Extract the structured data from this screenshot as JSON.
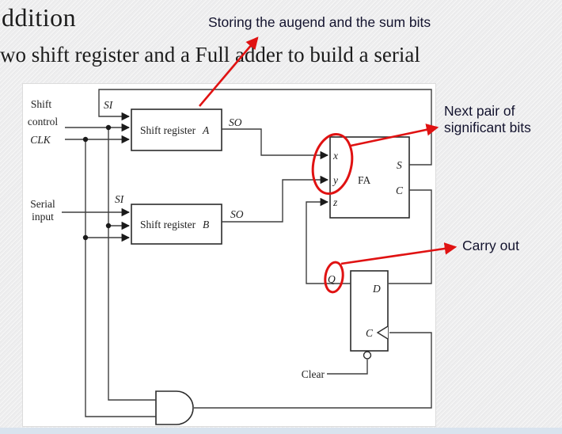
{
  "slide": {
    "title_fragment": "ddition",
    "sentence": "wo shift register and a Full adder to build a serial",
    "annotations": {
      "storing": "Storing the augend and the sum bits",
      "next_pair_line1": "Next pair of",
      "next_pair_line2": "significant bits",
      "carry_out": "Carry out"
    },
    "colors": {
      "annotation_text": "#13132e",
      "body_text": "#1c1c1c",
      "highlight_red": "#e01212",
      "wire": "#3f3f3f",
      "canvas_bg": "#ffffff",
      "slide_bg": "#ededee",
      "bottom_strip": "#d9e3ee"
    }
  },
  "diagram": {
    "inputs": {
      "shift_line1": "Shift",
      "shift_line2": "control",
      "clk": "CLK",
      "serial_line1": "Serial",
      "serial_line2": "input",
      "clear": "Clear"
    },
    "registers": {
      "a_prefix": "Shift register",
      "a_letter": "A",
      "b_prefix": "Shift register",
      "b_letter": "B"
    },
    "ports": {
      "si_a": "SI",
      "so_a": "SO",
      "si_b": "SI",
      "so_b": "SO",
      "fa_x": "x",
      "fa_y": "y",
      "fa_z": "z",
      "fa_label": "FA",
      "fa_s": "S",
      "fa_c": "C",
      "ff_d": "D",
      "ff_c": "C",
      "ff_q": "Q"
    }
  }
}
